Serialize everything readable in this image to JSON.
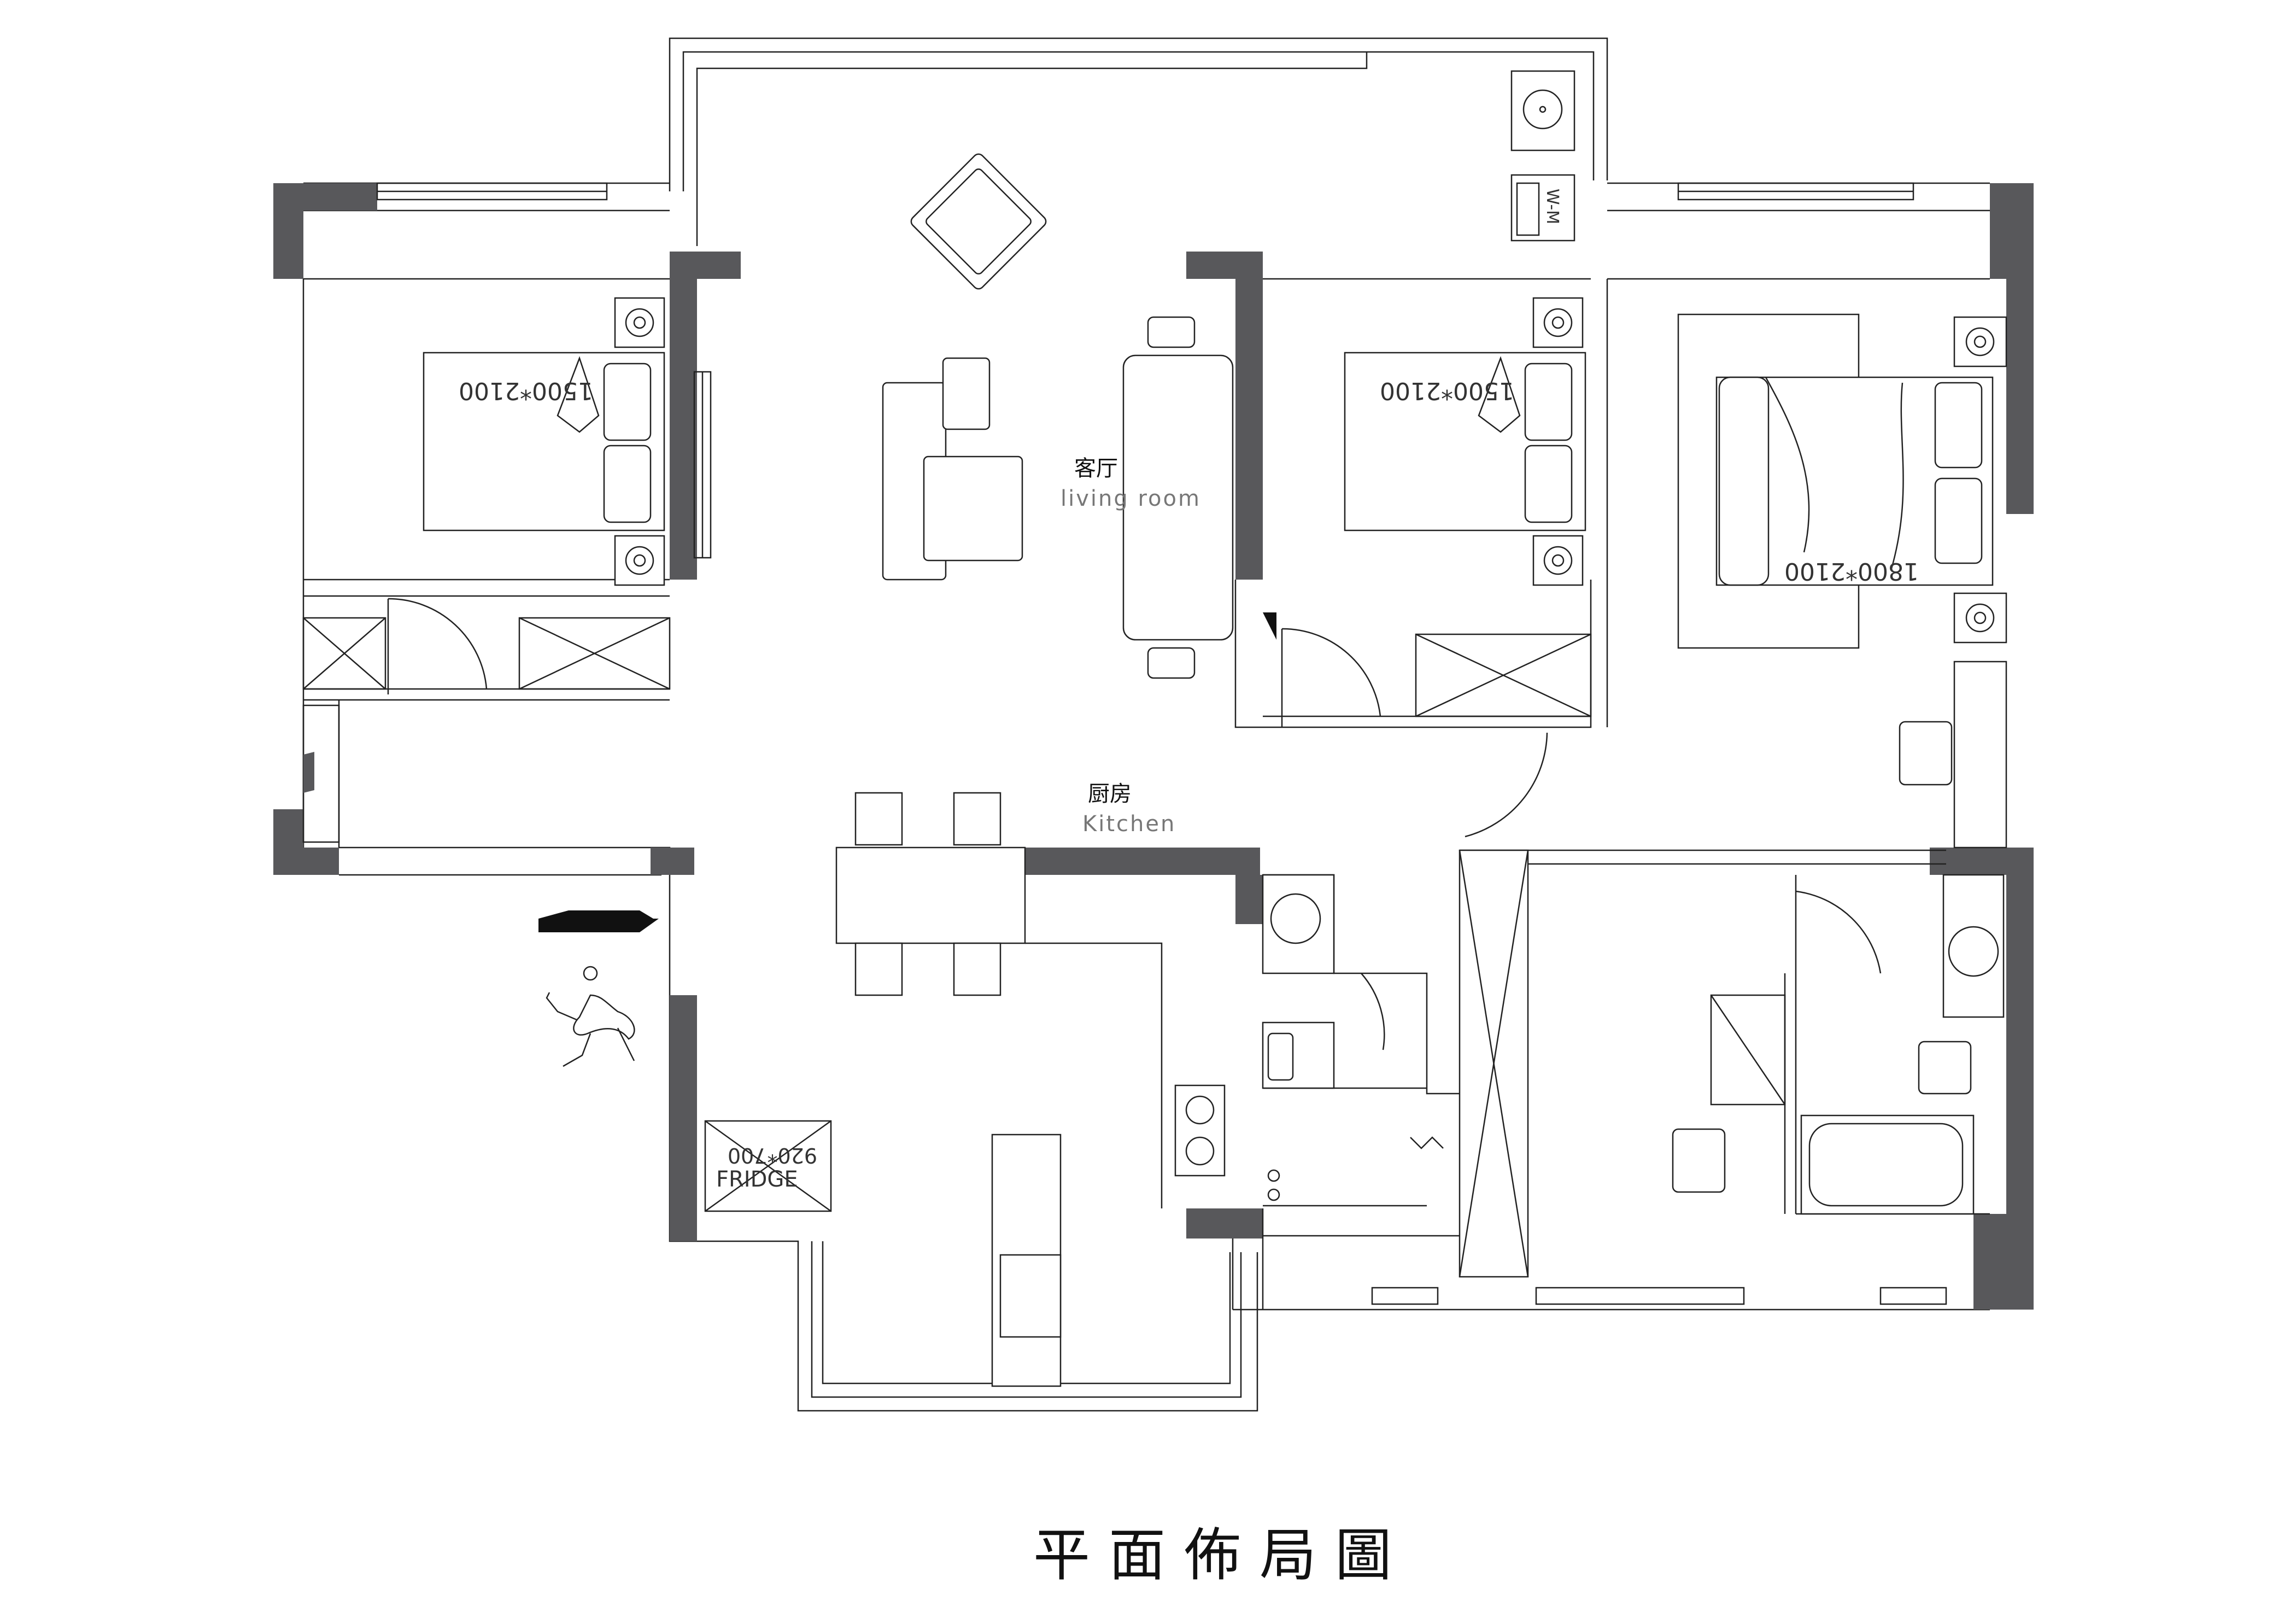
{
  "title": "平面佈局圖",
  "rooms": {
    "living": {
      "name_cn": "客厅",
      "name_en": "living room"
    },
    "kitchen": {
      "name_cn": "厨房",
      "name_en": "Kitchen"
    }
  },
  "bed_labels": {
    "bed_left": "1500*2100",
    "bed_mid": "1500*2100",
    "bed_master": "1800*2100"
  },
  "fridge": {
    "size": "920*700",
    "label": "FRIDGE"
  },
  "washer_label": "W-M",
  "colors": {
    "wall": "#58585b",
    "line": "#222222",
    "background": "#ffffff"
  }
}
